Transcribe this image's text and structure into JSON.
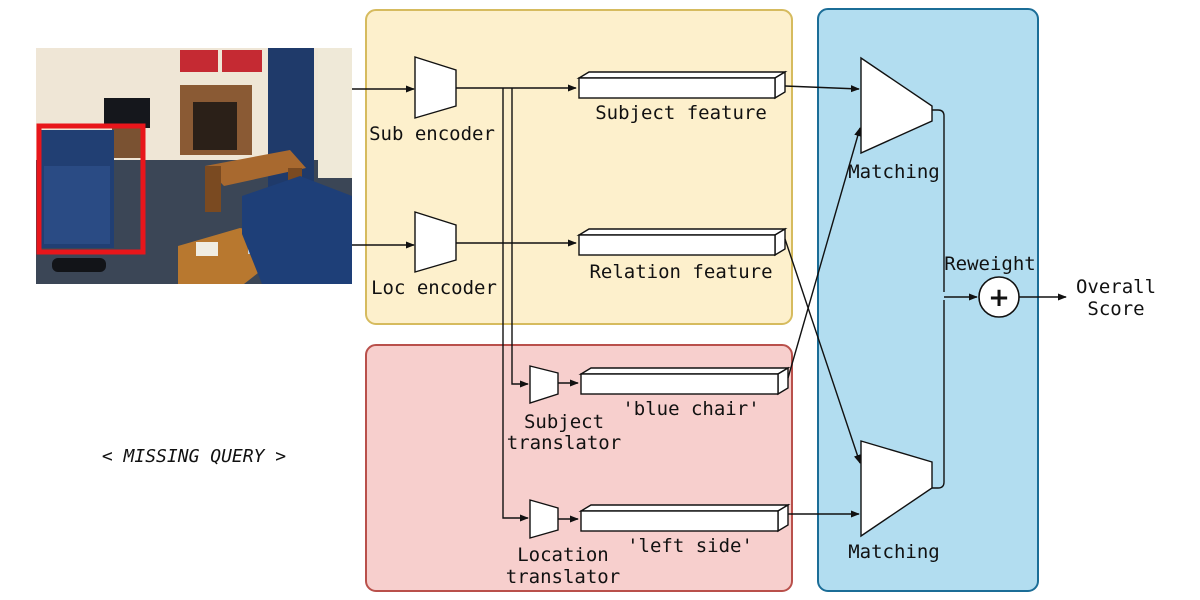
{
  "colors": {
    "visual_panel_fill": "#fdf0cc",
    "visual_panel_border": "#d6bb5e",
    "language_panel_fill": "#f7cfcd",
    "language_panel_border": "#b9504b",
    "matching_panel_fill": "#b2ddf0",
    "matching_panel_border": "#1b6d97",
    "bbox_color": "#e8161b"
  },
  "diagram": {
    "sub_encoder": "Sub encoder",
    "loc_encoder": "Loc encoder",
    "subject_feature": "Subject feature",
    "relation_feature": "Relation feature",
    "subject_translator_line1": "Subject",
    "subject_translator_line2": "translator",
    "location_translator_line1": "Location",
    "location_translator_line2": "translator",
    "blue_chair": "'blue chair'",
    "left_side": "'left side'",
    "matching_top": "Matching",
    "matching_bottom": "Matching",
    "reweight": "Reweight",
    "plus_symbol": "+",
    "overall_line1": "Overall",
    "overall_line2": "Score",
    "missing_query": "< MISSING QUERY >"
  }
}
